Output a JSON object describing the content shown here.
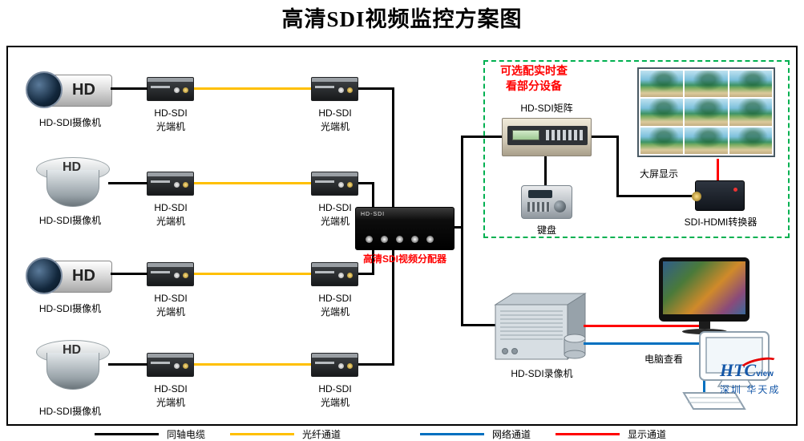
{
  "title": "高清SDI视频监控方案图",
  "colors": {
    "coaxial": "#000000",
    "fiber": "#FFC000",
    "network": "#0070C0",
    "display": "#FF0000",
    "optional": "#00B050",
    "note": "#FF0000",
    "brand": "#1457A8"
  },
  "cameras": [
    {
      "label": "HD-SDI摄像机",
      "badge": "HD"
    },
    {
      "label": "HD-SDI摄像机",
      "badge": "HD"
    },
    {
      "label": "HD-SDI摄像机",
      "badge": "HD"
    },
    {
      "label": "HD-SDI摄像机",
      "badge": "HD"
    }
  ],
  "terminal": {
    "line1": "HD-SDI",
    "line2": "光端机"
  },
  "distributor": {
    "label": "高清SDI视频分配器",
    "panel_text": "HD-SDI"
  },
  "optional_box": {
    "note_line1": "可选配实时查",
    "note_line2": "看部分设备",
    "matrix_label": "HD-SDI矩阵",
    "keyboard_label": "键盘",
    "bigscreen_label": "大屏显示",
    "converter_label": "SDI-HDMI转换器"
  },
  "recorder_label": "HD-SDI录像机",
  "pc_label": "电脑查看",
  "logo": {
    "brand": "HTC",
    "suffix": "view",
    "subtitle": "深圳 华天成"
  },
  "legend": [
    {
      "label": "同轴电缆"
    },
    {
      "label": "光纤通道"
    },
    {
      "label": "网络通道"
    },
    {
      "label": "显示通道"
    }
  ]
}
